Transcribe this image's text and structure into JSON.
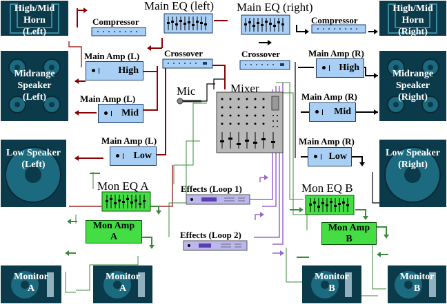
{
  "speakers": {
    "horn_left": "High/Mid\nHorn\n(Left)",
    "horn_right": "High/Mid\nHorn\n(Right)",
    "mid_left": "Midrange\nSpeaker\n(Left)",
    "mid_right": "Midrange\nSpeaker\n(Right)",
    "low_left": "Low Speaker\n(Left)",
    "low_right": "Low Speaker\n(Right)",
    "monitor_a": "Monitor\nA",
    "monitor_b": "Monitor\nB"
  },
  "labels": {
    "main_eq_left": "Main EQ (left)",
    "main_eq_right": "Main EQ (right)",
    "compressor": "Compressor",
    "crossover": "Crossover",
    "main_amp_l": "Main Amp (L)",
    "main_amp_r": "Main Amp (R)",
    "mic": "Mic",
    "mixer": "Mixer",
    "mon_eq_a": "Mon EQ A",
    "mon_eq_b": "Mon EQ B",
    "effects_loop1": "Effects (Loop 1)",
    "effects_loop2": "Effects (Loop 2)"
  },
  "amps": {
    "high": "High",
    "mid": "Mid",
    "low": "Low",
    "mon_amp_a": "Mon Amp\nA",
    "mon_amp_b": "Mon Amp\nB"
  },
  "colors": {
    "speaker_bg": "#0b3a4a",
    "amp_fill": "#a9cff4",
    "eq_fill": "#44dd44",
    "wire_left": "#8b0000",
    "wire_right": "#000000",
    "wire_monitor": "#3a8a3a",
    "wire_effects": "#9966cc"
  }
}
